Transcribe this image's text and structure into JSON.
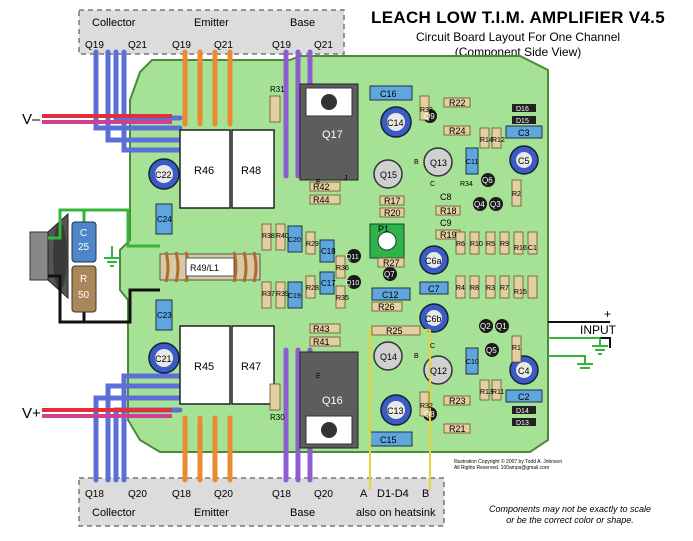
{
  "title": "LEACH LOW T.I.M. AMPLIFIER V4.5",
  "subtitle1": "Circuit Board Layout For One Channel",
  "subtitle2": "(Component Side View)",
  "footnote1": "Components may not be exactly to scale",
  "footnote2": "or be the correct color or shape.",
  "copyright1": "Illustration Copyright © 2007 by Todd A. Johnson",
  "copyright2": "All Rights Reserved.   100amps@gmail.com",
  "top_terminals": {
    "collector": "Collector",
    "emitter": "Emitter",
    "base": "Base",
    "labels": [
      "Q19",
      "Q21",
      "Q19",
      "Q21",
      "Q19",
      "Q21"
    ]
  },
  "bottom_terminals": {
    "collector": "Collector",
    "emitter": "Emitter",
    "base": "Base",
    "labels": [
      "Q18",
      "Q20",
      "Q18",
      "Q20",
      "Q18",
      "Q20"
    ],
    "heatsink_a": "A",
    "heatsink_mid": "D1-D4",
    "heatsink_b": "B",
    "heatsink_note": "also on heatsink"
  },
  "supply": {
    "neg": "V–",
    "pos": "V+"
  },
  "input": {
    "label": "INPUT",
    "plus": "+"
  },
  "components": {
    "big_resistors": [
      "R46",
      "R48",
      "R45",
      "R47"
    ],
    "inductor": "R49/L1",
    "speaker_network": [
      "C",
      "25",
      "R",
      "50"
    ],
    "power_transistors": [
      "Q17",
      "Q16"
    ],
    "to92": [
      "Q15",
      "Q13",
      "Q14",
      "Q12"
    ],
    "small_caps": [
      "C16",
      "C15",
      "C3",
      "C2",
      "C12",
      "C7",
      "C8",
      "C9",
      "C18",
      "C17"
    ],
    "electrolytics": [
      "C22",
      "C21",
      "C14",
      "C13",
      "C5",
      "C4",
      "C6a",
      "C6b"
    ],
    "resistor_labels": [
      "R42",
      "R44",
      "R43",
      "R41",
      "R22",
      "R24",
      "R23",
      "R21",
      "R17",
      "R20",
      "R18",
      "R19",
      "R27",
      "R26",
      "R25",
      "R31",
      "R30"
    ],
    "small_transistors": [
      "Q9",
      "Q8",
      "Q7",
      "Q6",
      "Q4",
      "Q3",
      "Q2",
      "Q1",
      "Q5",
      "Q11",
      "Q10"
    ],
    "pot": "P1",
    "diodes": [
      "D16",
      "D15",
      "D14",
      "D13"
    ],
    "vert_caps": [
      "C24",
      "C23",
      "C20",
      "C19",
      "C11",
      "C10",
      "C1"
    ],
    "small_r_vert": [
      "R38",
      "R37",
      "R40",
      "R39",
      "R29",
      "R28",
      "R36",
      "R35",
      "R32",
      "R33",
      "R34",
      "R14",
      "R12",
      "R13",
      "R11",
      "R16",
      "R15",
      "R6",
      "R10",
      "R5",
      "R9",
      "R4",
      "R8",
      "R3",
      "R7",
      "R2",
      "R1"
    ],
    "misc": [
      "E",
      "B",
      "C",
      "B",
      "C",
      "E",
      "J"
    ]
  }
}
